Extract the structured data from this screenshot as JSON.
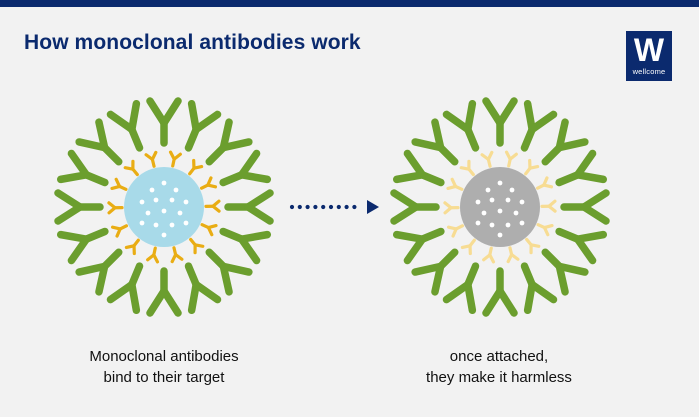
{
  "title": "How monoclonal antibodies work",
  "logo": {
    "mark": "W",
    "wordmark": "wellcome"
  },
  "panels": [
    {
      "caption_lines": [
        "Monoclonal antibodies",
        "bind to their target"
      ]
    },
    {
      "caption_lines": [
        "once attached,",
        "they make it harmless"
      ]
    }
  ],
  "colors": {
    "navy": "#0b2a6e",
    "antibody_green": "#6b9e2e",
    "target_active": "#a8dae9",
    "spikes_active": "#e9ad14",
    "target_neutralized": "#aeaeae",
    "spikes_neutralized": "#f7dc93",
    "background": "#f2f2f2"
  },
  "icons": {
    "arrow": "dotted-arrow-right"
  }
}
